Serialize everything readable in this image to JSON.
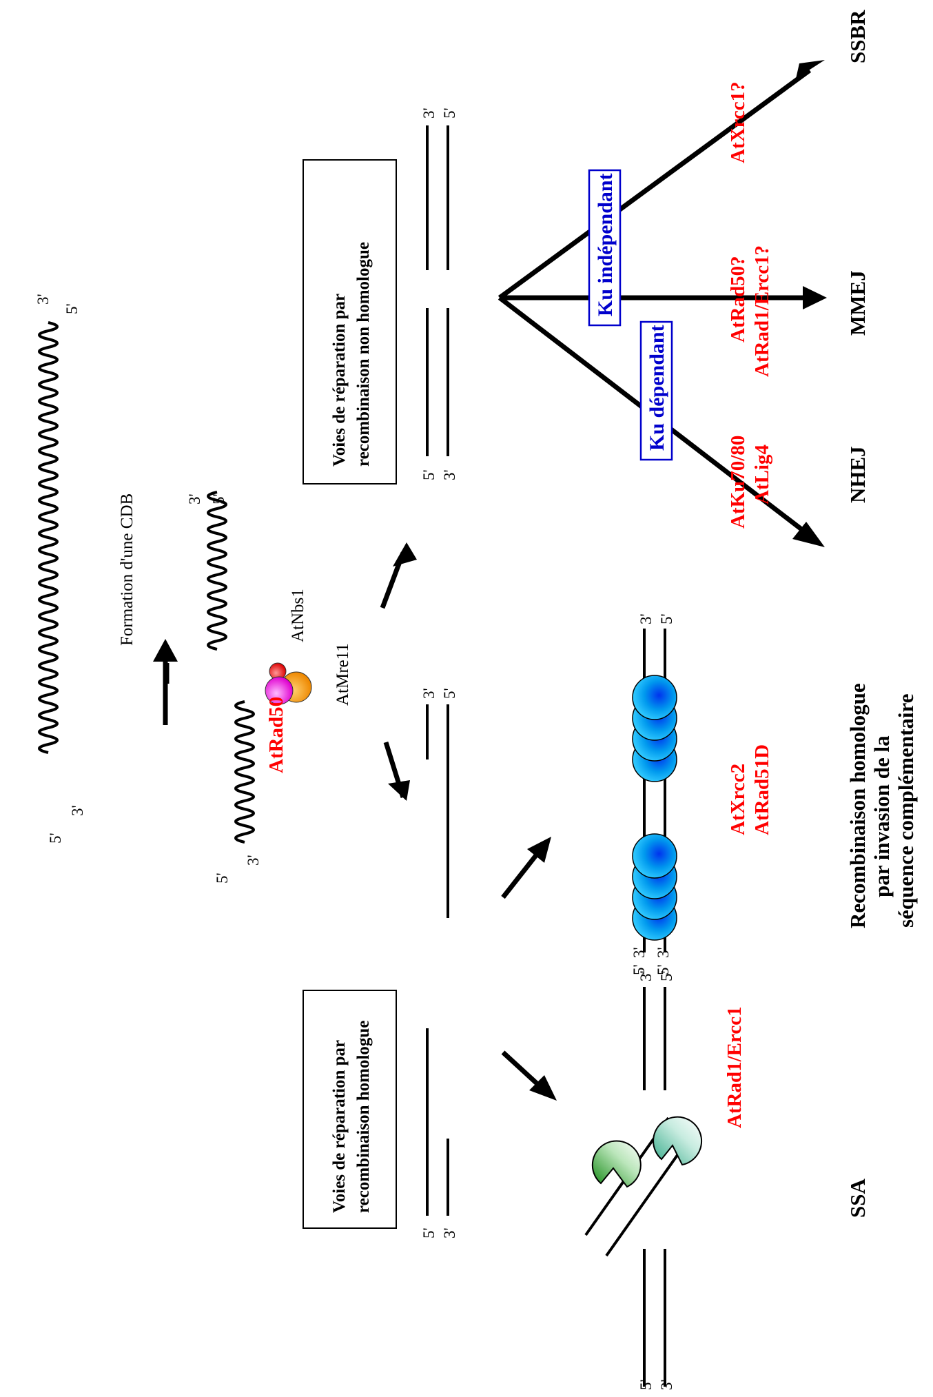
{
  "dna": {
    "top_5": "5'",
    "top_3": "3'",
    "top_3_end": "3'",
    "top_5_end": "5'",
    "formation_label": "Formation d'une CDB",
    "broken_5": "5'",
    "broken_3": "3'",
    "broken_3_end": "3'",
    "broken_5_end": "5'"
  },
  "mrn": {
    "rad50": "AtRad50",
    "mre11": "AtMre11",
    "nbs1": "AtNbs1"
  },
  "hr": {
    "box_line1": "Voies de réparation par",
    "box_line2": "recombinaison homologue",
    "end_5a": "5'",
    "end_3a": "3'",
    "end_3b": "3'",
    "end_5b": "5'"
  },
  "nhr": {
    "box_line1": "Voies de réparation par",
    "box_line2": "recombinaison non homologue",
    "end_5a": "5'",
    "end_3a": "3'",
    "end_3b": "3'",
    "end_5b": "5'"
  },
  "ssa": {
    "protein": "AtRad1/Ercc1",
    "label": "SSA",
    "ends": [
      "5'",
      "3'",
      "3'",
      "5'"
    ]
  },
  "hr_invasion": {
    "protein1": "AtXrcc2",
    "protein2": "AtRad51D",
    "ends": [
      "5'",
      "3'",
      "5'",
      "3'",
      "3'",
      "5'"
    ],
    "label_line1": "Recombinaison homologue",
    "label_line2": "par invasion de la",
    "label_line3": "séquence complémentaire"
  },
  "nhej": {
    "ku_dependant": "Ku dépendant",
    "ku_independant": "Ku indépendant",
    "nhej_proteins_1": "AtKu70/80",
    "nhej_proteins_2": "AtLig4",
    "nhej_label": "NHEJ",
    "mmej_proteins_1": "AtRad50?",
    "mmej_proteins_2": "AtRad1/Ercc1?",
    "mmej_label": "MMEJ",
    "ssbr_protein": "AtXrcc1?",
    "ssbr_label": "SSBR"
  }
}
